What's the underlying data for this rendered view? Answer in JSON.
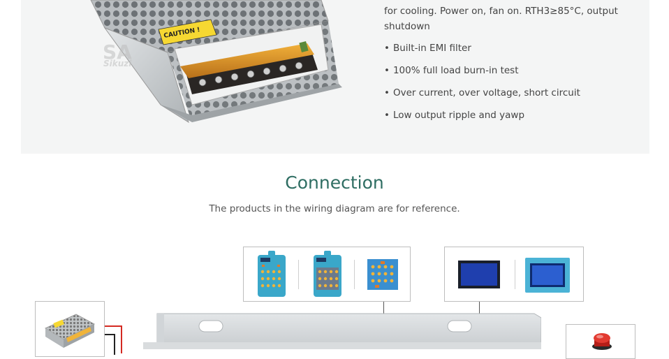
{
  "features": {
    "intro_line1": "for cooling. Power on, fan on. RTH3≥85°C, output",
    "intro_line2": "shutdown",
    "bullet_glyph": "•",
    "items": [
      "Built-in EMI filter",
      "100% full load burn-in test",
      "Over current, over voltage, short circuit",
      "Low output ripple and yawp"
    ]
  },
  "product_photo": {
    "caution_label": "CAUTION !",
    "watermark_line1": "SA",
    "watermark_line2": "Sikuzi"
  },
  "connection": {
    "title": "Connection",
    "subtitle": "The products in the wiring diagram are for reference."
  },
  "colors": {
    "title_green": "#2f6e63",
    "panel_bg": "#f4f5f5",
    "keypad_teal": "#3aa7c9",
    "display_blue": "#1f3fae",
    "estop_red": "#d42a22"
  }
}
